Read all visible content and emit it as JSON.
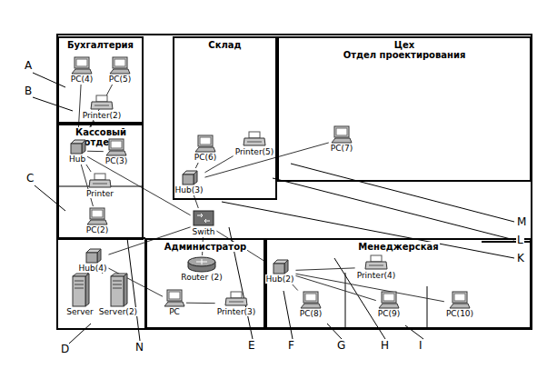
{
  "diagram": {
    "nodes": [
      {
        "text": [
          "Бухгалтерия"
        ]
      },
      {
        "text": [
          "PC(4)"
        ],
        "in": 0
      },
      {
        "text": [
          "PC(5)"
        ],
        "in": 0
      },
      {
        "text": [
          "Printer(2)"
        ],
        "in": 0
      },
      {
        "text": [
          "Склад"
        ]
      },
      {
        "text": [
          "PC(6)"
        ],
        "in": 4
      },
      {
        "text": [
          "Printer(5)"
        ],
        "in": 4
      },
      {
        "text": [
          "Hub(3)"
        ],
        "in": 4
      },
      {
        "text": [
          "Цех",
          "Отдел проектирования"
        ]
      },
      {
        "text": [
          "PC(7)"
        ],
        "in": 8
      },
      {
        "text": [
          "Кассовый отдел"
        ]
      },
      {
        "text": [
          "Hub"
        ],
        "in": 10
      },
      {
        "text": [
          "PC(3)"
        ],
        "in": 10
      },
      {
        "text": [
          "Printer"
        ],
        "in": 10
      },
      {
        "text": [
          "PC(2)"
        ],
        "in": 10
      },
      {
        "text": [
          "Swith"
        ]
      },
      {
        "text": [
          "Администратор"
        ]
      },
      {
        "text": [
          "Router (2)"
        ],
        "in": 16
      },
      {
        "text": [
          "PC"
        ],
        "in": 16
      },
      {
        "text": [
          "Printer(3)"
        ],
        "in": 16
      },
      {
        "text": [
          "Менеджерская"
        ]
      },
      {
        "text": [
          "Hub(2)"
        ],
        "in": 20
      },
      {
        "text": [
          "Printer(4)"
        ],
        "in": 20
      },
      {
        "text": [
          "PC(8)"
        ],
        "in": 20
      },
      {
        "text": [
          "PC(9)"
        ],
        "in": 20
      },
      {
        "text": [
          "PC(10)"
        ],
        "in": 20
      },
      {
        "text": [
          "Hub(4)"
        ]
      },
      {
        "text": [
          "Server"
        ]
      },
      {
        "text": [
          "Server(2)"
        ]
      }
    ],
    "edges": [
      {
        "from": 11,
        "to": 1,
        "arrow": "none"
      },
      {
        "from": 11,
        "to": 2,
        "arrow": "none"
      },
      {
        "from": 11,
        "to": 3,
        "arrow": "none"
      },
      {
        "from": 11,
        "to": 12,
        "arrow": "none"
      },
      {
        "from": 11,
        "to": 13,
        "arrow": "none"
      },
      {
        "from": 11,
        "to": 14,
        "arrow": "none"
      },
      {
        "from": 11,
        "to": 15,
        "arrow": "none"
      },
      {
        "from": 7,
        "to": 5,
        "arrow": "none"
      },
      {
        "from": 7,
        "to": 6,
        "arrow": "none"
      },
      {
        "from": 7,
        "to": 9,
        "arrow": "none"
      },
      {
        "from": 7,
        "to": 15,
        "arrow": "none"
      },
      {
        "from": 15,
        "to": 17,
        "arrow": "none"
      },
      {
        "from": 15,
        "to": 21,
        "arrow": "none"
      },
      {
        "from": 15,
        "to": 26,
        "arrow": "none"
      },
      {
        "from": 26,
        "to": 27,
        "arrow": "none"
      },
      {
        "from": 26,
        "to": 28,
        "arrow": "none"
      },
      {
        "from": 26,
        "to": 18,
        "arrow": "none"
      },
      {
        "from": 18,
        "to": 19,
        "arrow": "none"
      },
      {
        "from": 21,
        "to": 22,
        "arrow": "none"
      },
      {
        "from": 21,
        "to": 23,
        "arrow": "none"
      },
      {
        "from": 21,
        "to": 24,
        "arrow": "none"
      },
      {
        "from": 21,
        "to": 25,
        "arrow": "none"
      }
    ],
    "labels": [
      "A",
      "B",
      "C",
      "D",
      "E",
      "F",
      "G",
      "H",
      "I",
      "K",
      "L",
      "M",
      "N"
    ]
  }
}
